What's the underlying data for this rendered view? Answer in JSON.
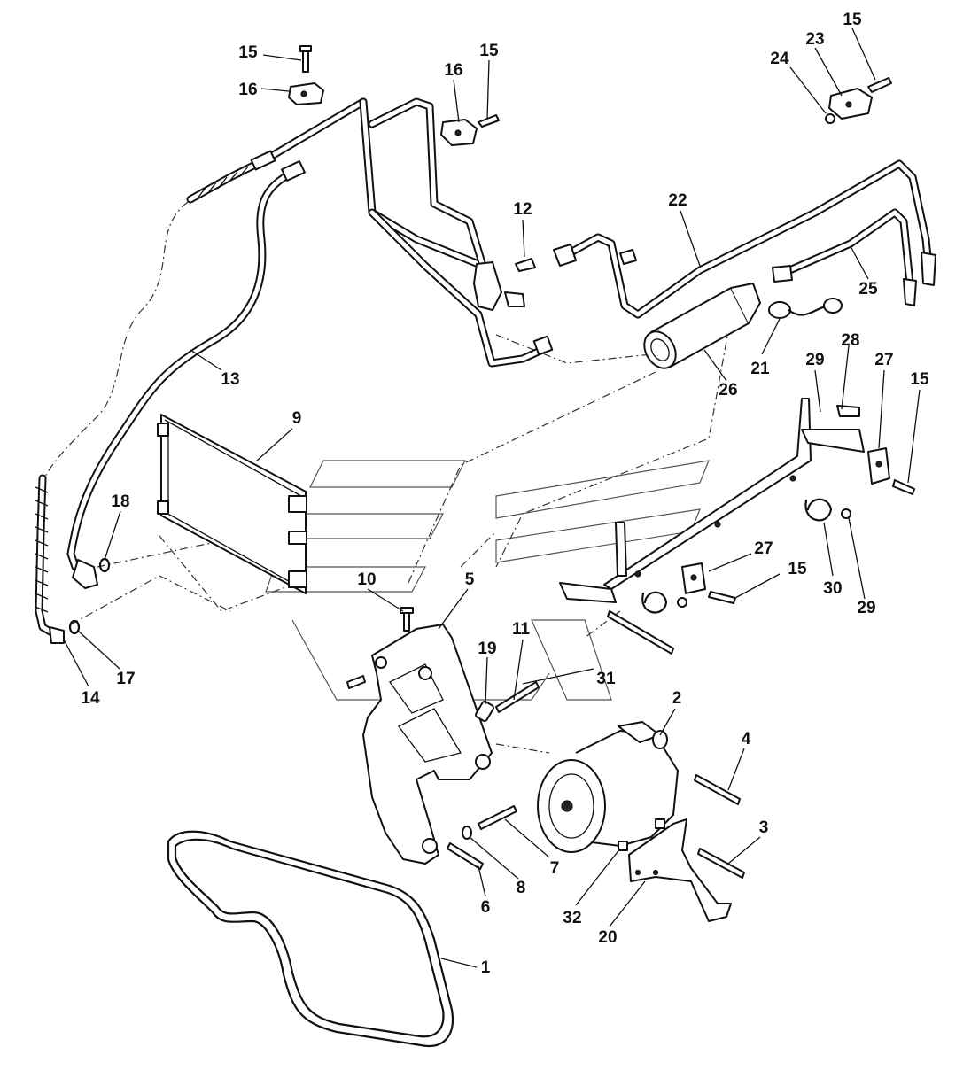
{
  "callouts": [
    "15",
    "16",
    "15",
    "16",
    "15",
    "23",
    "24",
    "12",
    "22",
    "25",
    "13",
    "21",
    "28",
    "29",
    "27",
    "15",
    "26",
    "9",
    "18",
    "27",
    "15",
    "30",
    "29",
    "10",
    "5",
    "11",
    "19",
    "31",
    "14",
    "17",
    "2",
    "4",
    "3",
    "7",
    "8",
    "6",
    "32",
    "20",
    "1"
  ]
}
